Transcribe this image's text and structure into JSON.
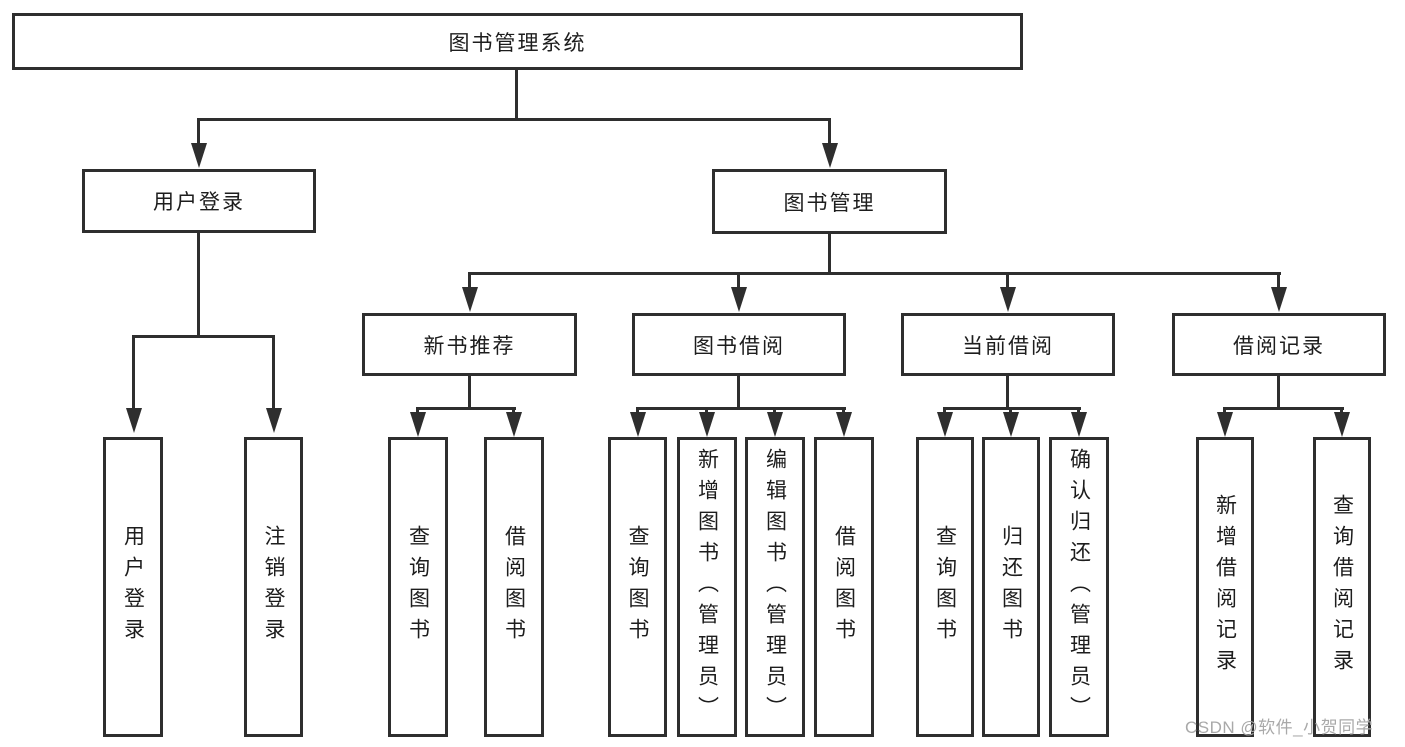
{
  "diagram": {
    "root": {
      "label": "图书管理系统"
    },
    "level2": [
      {
        "label": "用户登录",
        "children": [
          {
            "label": "用户登录"
          },
          {
            "label": "注销登录"
          }
        ]
      },
      {
        "label": "图书管理",
        "children": [
          {
            "label": "新书推荐",
            "children": [
              {
                "label": "查询图书"
              },
              {
                "label": "借阅图书"
              }
            ]
          },
          {
            "label": "图书借阅",
            "children": [
              {
                "label": "查询图书"
              },
              {
                "label": "新增图书（管理员）"
              },
              {
                "label": "编辑图书（管理员）"
              },
              {
                "label": "借阅图书"
              }
            ]
          },
          {
            "label": "当前借阅",
            "children": [
              {
                "label": "查询图书"
              },
              {
                "label": "归还图书"
              },
              {
                "label": "确认归还（管理员）"
              }
            ]
          },
          {
            "label": "借阅记录",
            "children": [
              {
                "label": "新增借阅记录"
              },
              {
                "label": "查询借阅记录"
              }
            ]
          }
        ]
      }
    ]
  },
  "watermark": {
    "text": "CSDN @软件_小贺同学"
  },
  "colors": {
    "line": "#2e2e2e",
    "text": "#1d1d1d",
    "watermark": "#a9a9a9",
    "background": "#ffffff"
  }
}
